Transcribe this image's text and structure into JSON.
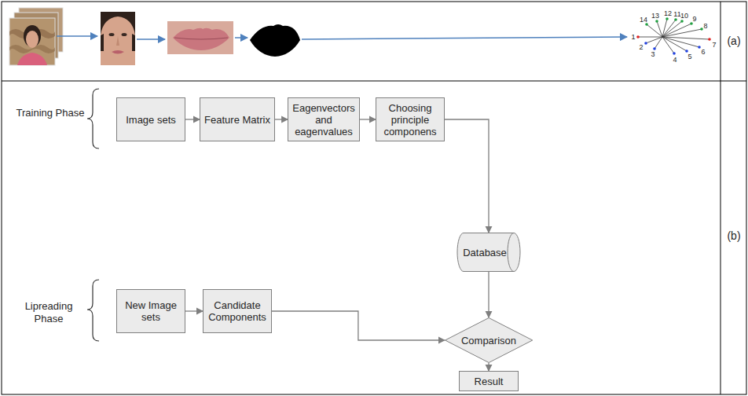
{
  "diagram": {
    "nodes": [
      {
        "text": [
          "Image sets"
        ]
      },
      {
        "text": [
          "Feature Matrix"
        ]
      },
      {
        "text": [
          "Eagenvectors and eagenvalues"
        ]
      },
      {
        "text": [
          "Choosing principle componens"
        ]
      },
      {
        "text": [
          "Database"
        ]
      },
      {
        "text": [
          "New Image sets"
        ]
      },
      {
        "text": [
          "Candidate Components"
        ]
      },
      {
        "text": [
          "Comparison"
        ]
      },
      {
        "text": [
          "Result"
        ]
      }
    ],
    "edges": [
      {
        "from": 0,
        "to": 1,
        "arrow": "to"
      },
      {
        "from": 1,
        "to": 2,
        "arrow": "to"
      },
      {
        "from": 2,
        "to": 3,
        "arrow": "to"
      },
      {
        "from": 3,
        "to": 4,
        "arrow": "to"
      },
      {
        "from": 5,
        "to": 6,
        "arrow": "to"
      },
      {
        "from": 6,
        "to": 7,
        "arrow": "to"
      },
      {
        "from": 4,
        "to": 7,
        "arrow": "to"
      },
      {
        "from": 7,
        "to": 8,
        "arrow": "to"
      }
    ],
    "labels": [
      "Training Phase",
      "Lipreading Phase",
      "(a)",
      "(b)",
      "1",
      "2",
      "3",
      "4",
      "5",
      "6",
      "7",
      "8",
      "9",
      "10",
      "11",
      "12",
      "13",
      "14"
    ]
  }
}
